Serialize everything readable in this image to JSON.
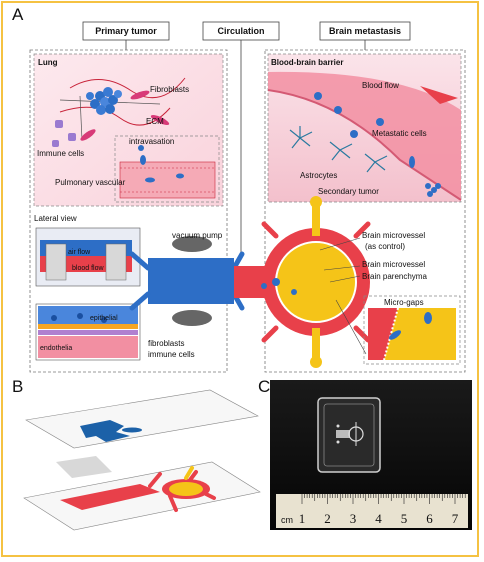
{
  "panels": {
    "a": "A",
    "b": "B",
    "c": "C"
  },
  "headers": {
    "primary": "Primary tumor",
    "circulation": "Circulation",
    "brain": "Brain metastasis"
  },
  "lung": {
    "title": "Lung",
    "fibroblasts": "Fibroblasts",
    "ecm": "ECM",
    "immune": "Immune cells",
    "intravasation": "intravasation",
    "pulmonary": "Pulmonary vascular"
  },
  "bbb": {
    "title": "Blood-brain barrier",
    "bloodflow": "Blood flow",
    "metastatic": "Metastatic cells",
    "astrocytes": "Astrocytes",
    "secondary": "Secondary tumor"
  },
  "lateral": {
    "title": "Lateral view",
    "airflow": "air flow",
    "bloodflow": "blood flow",
    "epithelial": "epithelial",
    "endothelia": "endothelia",
    "fibroblasts": "fibroblasts",
    "immune": "immune cells"
  },
  "chip": {
    "vacuum": "vacuum pump",
    "microvessel_ctrl": "Brain microvessel",
    "as_control": "(as control)",
    "microvessel": "Brain microvessel",
    "parenchyma": "Brain parenchyma",
    "microgaps": "Micro-gaps"
  },
  "ruler": {
    "unit": "cm",
    "ticks": [
      "1",
      "2",
      "3",
      "4",
      "5",
      "6",
      "7"
    ]
  },
  "colors": {
    "lung": "#2d6ec6",
    "vessel": "#e8404a",
    "brain": "#f5c418",
    "frame": "#f5c242"
  }
}
